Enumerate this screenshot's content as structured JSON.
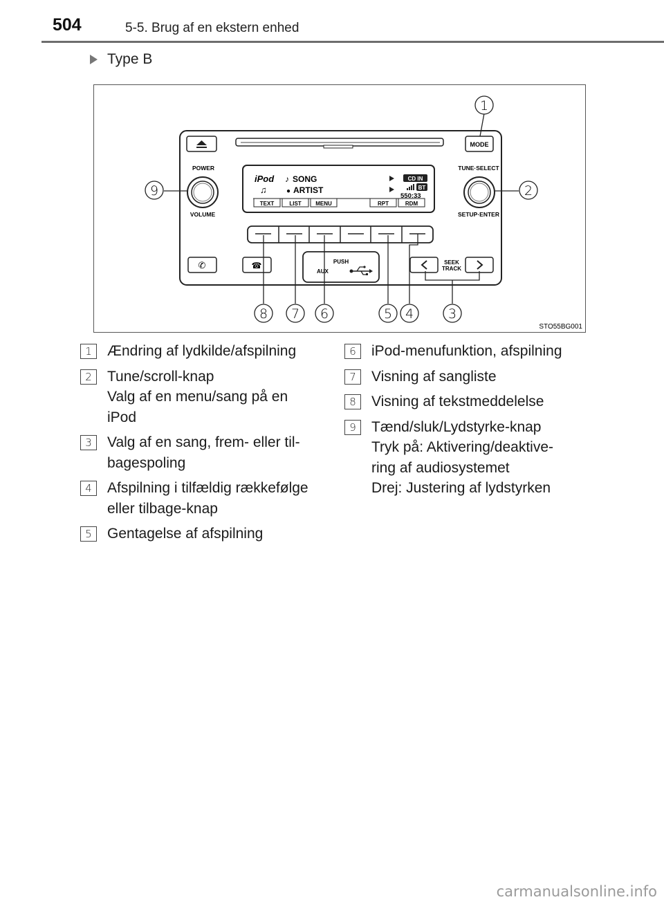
{
  "header": {
    "page_number": "504",
    "section_title": "5-5. Brug af en ekstern enhed"
  },
  "type_heading": "Type B",
  "figure": {
    "code": "STO55BG001",
    "callouts": [
      "1",
      "2",
      "3",
      "4",
      "5",
      "6",
      "7",
      "8",
      "9"
    ],
    "panel_labels": {
      "mode": "MODE",
      "power": "POWER",
      "volume": "VOLUME",
      "tune_select": "TUNE·SELECT",
      "setup_enter": "SETUP·ENTER",
      "push": "PUSH",
      "aux": "AUX",
      "seek": "SEEK",
      "track": "TRACK"
    },
    "display": {
      "ipod": "iPod",
      "song": "SONG",
      "artist": "ARTIST",
      "cd_in": "CD IN",
      "bt": "BT",
      "time": "550:33",
      "soft_keys": [
        "TEXT",
        "LIST",
        "MENU",
        "RPT",
        "RDM"
      ]
    }
  },
  "legend_left": [
    {
      "num": "1",
      "lines": [
        "Ændring af lydkilde/afspilning"
      ]
    },
    {
      "num": "2",
      "lines": [
        "Tune/scroll-knap",
        "Valg af en menu/sang på en",
        "iPod"
      ]
    },
    {
      "num": "3",
      "lines": [
        "Valg af en sang, frem- eller til-",
        "bagespoling"
      ]
    },
    {
      "num": "4",
      "lines": [
        "Afspilning i tilfældig rækkefølge",
        "eller tilbage-knap"
      ]
    },
    {
      "num": "5",
      "lines": [
        "Gentagelse af afspilning"
      ]
    }
  ],
  "legend_right": [
    {
      "num": "6",
      "lines": [
        "iPod-menufunktion, afspilning"
      ]
    },
    {
      "num": "7",
      "lines": [
        "Visning af sangliste"
      ]
    },
    {
      "num": "8",
      "lines": [
        "Visning af tekstmeddelelse"
      ]
    },
    {
      "num": "9",
      "lines": [
        "Tænd/sluk/Lydstyrke-knap",
        "Tryk på: Aktivering/deaktive-",
        "ring af audiosystemet",
        "Drej: Justering af lydstyrken"
      ]
    }
  ],
  "watermark": "carmanualsonline.info"
}
